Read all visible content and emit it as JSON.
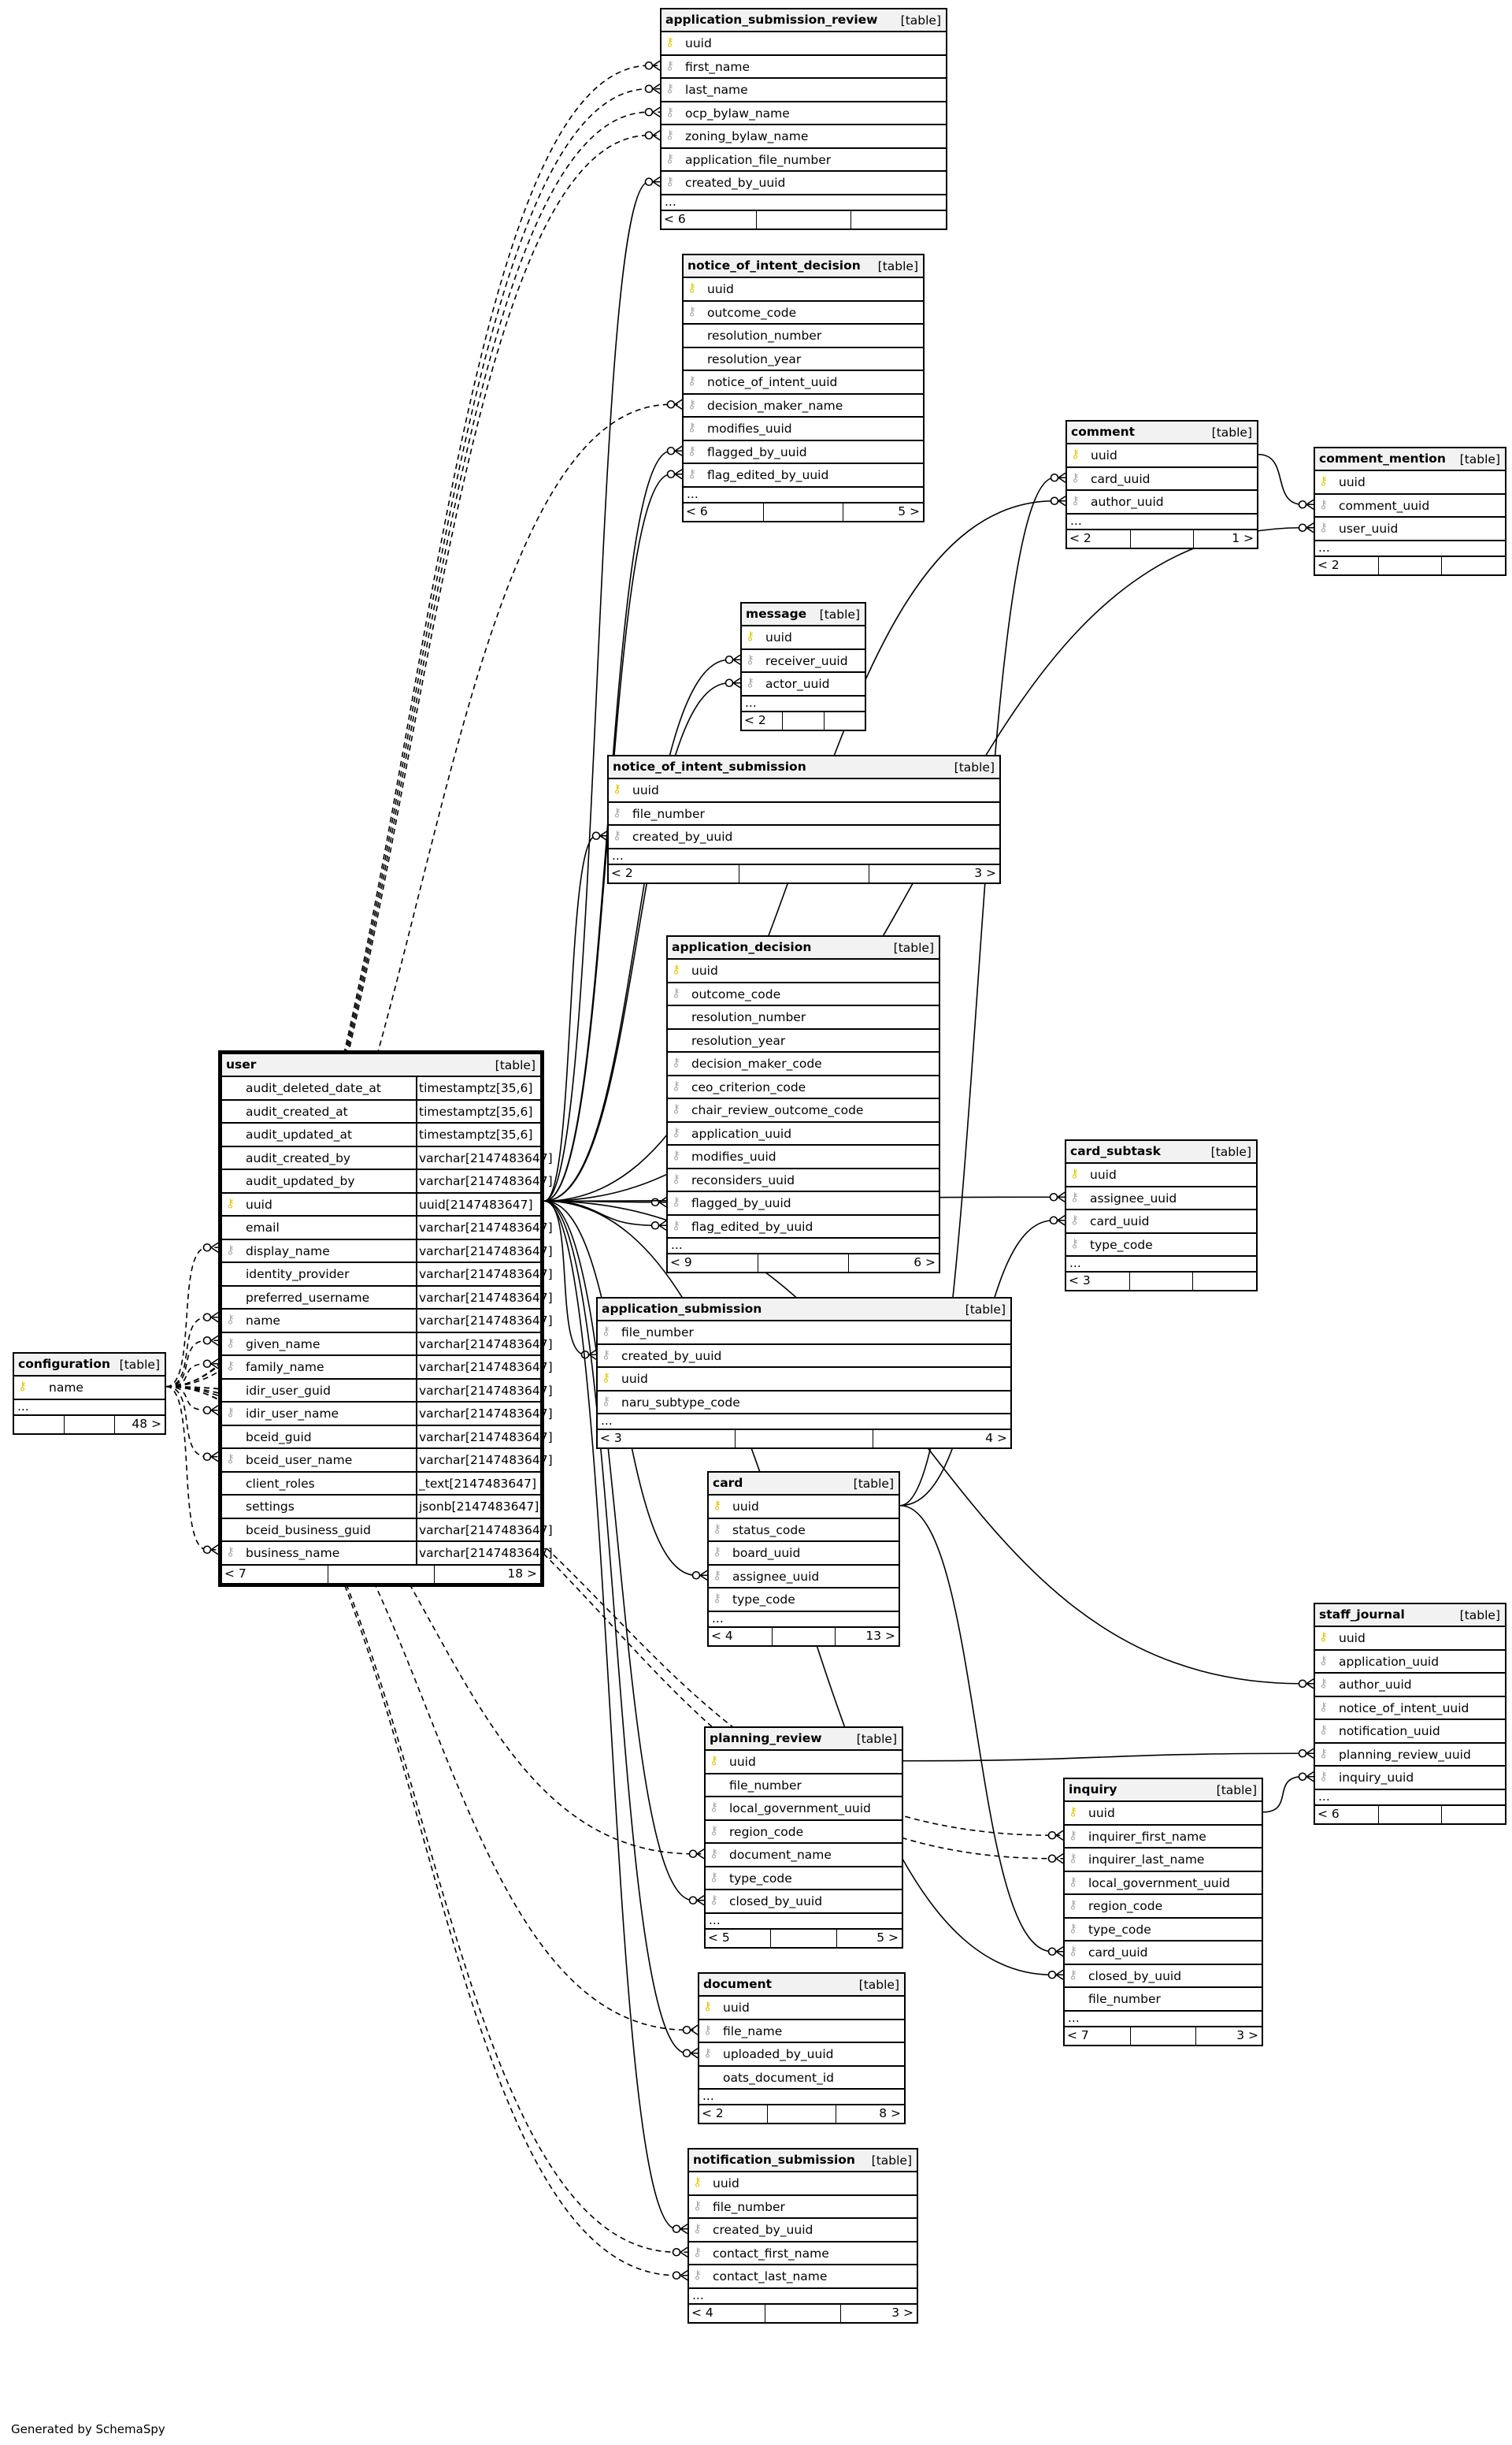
{
  "footer": "Generated by SchemaSpy",
  "tables": [
    {
      "id": "application_submission_review",
      "name": "application_submission_review",
      "type": "[table]",
      "columns": [
        {
          "name": "uuid",
          "icon": "pk"
        },
        {
          "name": "first_name",
          "icon": "fk"
        },
        {
          "name": "last_name",
          "icon": "fk"
        },
        {
          "name": "ocp_bylaw_name",
          "icon": "fk"
        },
        {
          "name": "zoning_bylaw_name",
          "icon": "fk"
        },
        {
          "name": "application_file_number",
          "icon": "fk"
        },
        {
          "name": "created_by_uuid",
          "icon": "fk"
        }
      ],
      "ellipsis": "...",
      "footer": {
        "left": "< 6",
        "right": ""
      }
    },
    {
      "id": "notice_of_intent_decision",
      "name": "notice_of_intent_decision",
      "type": "[table]",
      "columns": [
        {
          "name": "uuid",
          "icon": "pk"
        },
        {
          "name": "outcome_code",
          "icon": "fk"
        },
        {
          "name": "resolution_number",
          "icon": ""
        },
        {
          "name": "resolution_year",
          "icon": ""
        },
        {
          "name": "notice_of_intent_uuid",
          "icon": "fk"
        },
        {
          "name": "decision_maker_name",
          "icon": "fk"
        },
        {
          "name": "modifies_uuid",
          "icon": "fk"
        },
        {
          "name": "flagged_by_uuid",
          "icon": "fk"
        },
        {
          "name": "flag_edited_by_uuid",
          "icon": "fk"
        }
      ],
      "ellipsis": "...",
      "footer": {
        "left": "< 6",
        "right": "5 >"
      }
    },
    {
      "id": "comment",
      "name": "comment",
      "type": "[table]",
      "columns": [
        {
          "name": "uuid",
          "icon": "pk"
        },
        {
          "name": "card_uuid",
          "icon": "fk"
        },
        {
          "name": "author_uuid",
          "icon": "fk"
        }
      ],
      "ellipsis": "...",
      "footer": {
        "left": "< 2",
        "right": "1 >"
      }
    },
    {
      "id": "comment_mention",
      "name": "comment_mention",
      "type": "[table]",
      "columns": [
        {
          "name": "uuid",
          "icon": "pk"
        },
        {
          "name": "comment_uuid",
          "icon": "fk"
        },
        {
          "name": "user_uuid",
          "icon": "fk"
        }
      ],
      "ellipsis": "...",
      "footer": {
        "left": "< 2",
        "right": ""
      }
    },
    {
      "id": "message",
      "name": "message",
      "type": "[table]",
      "columns": [
        {
          "name": "uuid",
          "icon": "pk"
        },
        {
          "name": "receiver_uuid",
          "icon": "fk"
        },
        {
          "name": "actor_uuid",
          "icon": "fk"
        }
      ],
      "ellipsis": "...",
      "footer": {
        "left": "< 2",
        "right": ""
      }
    },
    {
      "id": "notice_of_intent_submission",
      "name": "notice_of_intent_submission",
      "type": "[table]",
      "columns": [
        {
          "name": "uuid",
          "icon": "pk"
        },
        {
          "name": "file_number",
          "icon": "fk"
        },
        {
          "name": "created_by_uuid",
          "icon": "fk"
        }
      ],
      "ellipsis": "...",
      "footer": {
        "left": "< 2",
        "right": "3 >"
      }
    },
    {
      "id": "application_decision",
      "name": "application_decision",
      "type": "[table]",
      "columns": [
        {
          "name": "uuid",
          "icon": "pk"
        },
        {
          "name": "outcome_code",
          "icon": "fk"
        },
        {
          "name": "resolution_number",
          "icon": ""
        },
        {
          "name": "resolution_year",
          "icon": ""
        },
        {
          "name": "decision_maker_code",
          "icon": "fk"
        },
        {
          "name": "ceo_criterion_code",
          "icon": "fk"
        },
        {
          "name": "chair_review_outcome_code",
          "icon": "fk"
        },
        {
          "name": "application_uuid",
          "icon": "fk"
        },
        {
          "name": "modifies_uuid",
          "icon": "fk"
        },
        {
          "name": "reconsiders_uuid",
          "icon": "fk"
        },
        {
          "name": "flagged_by_uuid",
          "icon": "fk"
        },
        {
          "name": "flag_edited_by_uuid",
          "icon": "fk"
        }
      ],
      "ellipsis": "...",
      "footer": {
        "left": "< 9",
        "right": "6 >"
      }
    },
    {
      "id": "card_subtask",
      "name": "card_subtask",
      "type": "[table]",
      "columns": [
        {
          "name": "uuid",
          "icon": "pk"
        },
        {
          "name": "assignee_uuid",
          "icon": "fk"
        },
        {
          "name": "card_uuid",
          "icon": "fk"
        },
        {
          "name": "type_code",
          "icon": "fk"
        }
      ],
      "ellipsis": "...",
      "footer": {
        "left": "< 3",
        "right": ""
      }
    },
    {
      "id": "user",
      "name": "user",
      "type": "[table]",
      "columns": [
        {
          "name": "audit_deleted_date_at",
          "icon": "",
          "type": "timestamptz[35,6]"
        },
        {
          "name": "audit_created_at",
          "icon": "",
          "type": "timestamptz[35,6]"
        },
        {
          "name": "audit_updated_at",
          "icon": "",
          "type": "timestamptz[35,6]"
        },
        {
          "name": "audit_created_by",
          "icon": "",
          "type": "varchar[2147483647]"
        },
        {
          "name": "audit_updated_by",
          "icon": "",
          "type": "varchar[2147483647]"
        },
        {
          "name": "uuid",
          "icon": "pk",
          "type": "uuid[2147483647]"
        },
        {
          "name": "email",
          "icon": "",
          "type": "varchar[2147483647]"
        },
        {
          "name": "display_name",
          "icon": "fk",
          "type": "varchar[2147483647]"
        },
        {
          "name": "identity_provider",
          "icon": "",
          "type": "varchar[2147483647]"
        },
        {
          "name": "preferred_username",
          "icon": "",
          "type": "varchar[2147483647]"
        },
        {
          "name": "name",
          "icon": "fk",
          "type": "varchar[2147483647]"
        },
        {
          "name": "given_name",
          "icon": "fk",
          "type": "varchar[2147483647]"
        },
        {
          "name": "family_name",
          "icon": "fk",
          "type": "varchar[2147483647]"
        },
        {
          "name": "idir_user_guid",
          "icon": "",
          "type": "varchar[2147483647]"
        },
        {
          "name": "idir_user_name",
          "icon": "fk",
          "type": "varchar[2147483647]"
        },
        {
          "name": "bceid_guid",
          "icon": "",
          "type": "varchar[2147483647]"
        },
        {
          "name": "bceid_user_name",
          "icon": "fk",
          "type": "varchar[2147483647]"
        },
        {
          "name": "client_roles",
          "icon": "",
          "type": "_text[2147483647]"
        },
        {
          "name": "settings",
          "icon": "",
          "type": "jsonb[2147483647]"
        },
        {
          "name": "bceid_business_guid",
          "icon": "",
          "type": "varchar[2147483647]"
        },
        {
          "name": "business_name",
          "icon": "fk",
          "type": "varchar[2147483647]"
        }
      ],
      "ellipsis": "",
      "footer": {
        "left": "< 7",
        "right": "18 >"
      }
    },
    {
      "id": "application_submission",
      "name": "application_submission",
      "type": "[table]",
      "columns": [
        {
          "name": "file_number",
          "icon": "fk"
        },
        {
          "name": "created_by_uuid",
          "icon": "fk"
        },
        {
          "name": "uuid",
          "icon": "pk"
        },
        {
          "name": "naru_subtype_code",
          "icon": "fk"
        }
      ],
      "ellipsis": "...",
      "footer": {
        "left": "< 3",
        "right": "4 >"
      }
    },
    {
      "id": "configuration",
      "name": "configuration",
      "type": "[table]",
      "columns": [
        {
          "name": "name",
          "icon": "pk"
        }
      ],
      "ellipsis": "...",
      "footer": {
        "left": "",
        "right": "48 >"
      }
    },
    {
      "id": "card",
      "name": "card",
      "type": "[table]",
      "columns": [
        {
          "name": "uuid",
          "icon": "pk"
        },
        {
          "name": "status_code",
          "icon": "fk"
        },
        {
          "name": "board_uuid",
          "icon": "fk"
        },
        {
          "name": "assignee_uuid",
          "icon": "fk"
        },
        {
          "name": "type_code",
          "icon": "fk"
        }
      ],
      "ellipsis": "...",
      "footer": {
        "left": "< 4",
        "right": "13 >"
      }
    },
    {
      "id": "staff_journal",
      "name": "staff_journal",
      "type": "[table]",
      "columns": [
        {
          "name": "uuid",
          "icon": "pk"
        },
        {
          "name": "application_uuid",
          "icon": "fk"
        },
        {
          "name": "author_uuid",
          "icon": "fk"
        },
        {
          "name": "notice_of_intent_uuid",
          "icon": "fk"
        },
        {
          "name": "notification_uuid",
          "icon": "fk"
        },
        {
          "name": "planning_review_uuid",
          "icon": "fk"
        },
        {
          "name": "inquiry_uuid",
          "icon": "fk"
        }
      ],
      "ellipsis": "...",
      "footer": {
        "left": "< 6",
        "right": ""
      }
    },
    {
      "id": "planning_review",
      "name": "planning_review",
      "type": "[table]",
      "columns": [
        {
          "name": "uuid",
          "icon": "pk"
        },
        {
          "name": "file_number",
          "icon": ""
        },
        {
          "name": "local_government_uuid",
          "icon": "fk"
        },
        {
          "name": "region_code",
          "icon": "fk"
        },
        {
          "name": "document_name",
          "icon": "fk"
        },
        {
          "name": "type_code",
          "icon": "fk"
        },
        {
          "name": "closed_by_uuid",
          "icon": "fk"
        }
      ],
      "ellipsis": "...",
      "footer": {
        "left": "< 5",
        "right": "5 >"
      }
    },
    {
      "id": "inquiry",
      "name": "inquiry",
      "type": "[table]",
      "columns": [
        {
          "name": "uuid",
          "icon": "pk"
        },
        {
          "name": "inquirer_first_name",
          "icon": "fk"
        },
        {
          "name": "inquirer_last_name",
          "icon": "fk"
        },
        {
          "name": "local_government_uuid",
          "icon": "fk"
        },
        {
          "name": "region_code",
          "icon": "fk"
        },
        {
          "name": "type_code",
          "icon": "fk"
        },
        {
          "name": "card_uuid",
          "icon": "fk"
        },
        {
          "name": "closed_by_uuid",
          "icon": "fk"
        },
        {
          "name": "file_number",
          "icon": ""
        }
      ],
      "ellipsis": "...",
      "footer": {
        "left": "< 7",
        "right": "3 >"
      }
    },
    {
      "id": "document",
      "name": "document",
      "type": "[table]",
      "columns": [
        {
          "name": "uuid",
          "icon": "pk"
        },
        {
          "name": "file_name",
          "icon": "fk"
        },
        {
          "name": "uploaded_by_uuid",
          "icon": "fk"
        },
        {
          "name": "oats_document_id",
          "icon": ""
        }
      ],
      "ellipsis": "...",
      "footer": {
        "left": "< 2",
        "right": "8 >"
      }
    },
    {
      "id": "notification_submission",
      "name": "notification_submission",
      "type": "[table]",
      "columns": [
        {
          "name": "uuid",
          "icon": "pk"
        },
        {
          "name": "file_number",
          "icon": "fk"
        },
        {
          "name": "created_by_uuid",
          "icon": "fk"
        },
        {
          "name": "contact_first_name",
          "icon": "fk"
        },
        {
          "name": "contact_last_name",
          "icon": "fk"
        }
      ],
      "ellipsis": "...",
      "footer": {
        "left": "< 4",
        "right": "3 >"
      }
    }
  ],
  "relationships": [
    {
      "from": "user.uuid",
      "to": "application_submission_review.created_by_uuid",
      "style": "solid"
    },
    {
      "from": "user.uuid",
      "to": "notice_of_intent_decision.flagged_by_uuid",
      "style": "solid"
    },
    {
      "from": "user.uuid",
      "to": "notice_of_intent_decision.flag_edited_by_uuid",
      "style": "solid"
    },
    {
      "from": "user.uuid",
      "to": "comment.author_uuid",
      "style": "solid"
    },
    {
      "from": "user.uuid",
      "to": "comment_mention.user_uuid",
      "style": "solid"
    },
    {
      "from": "comment.uuid",
      "to": "comment_mention.comment_uuid",
      "style": "solid"
    },
    {
      "from": "card.uuid",
      "to": "comment.card_uuid",
      "style": "solid"
    },
    {
      "from": "user.uuid",
      "to": "message.receiver_uuid",
      "style": "solid"
    },
    {
      "from": "user.uuid",
      "to": "message.actor_uuid",
      "style": "solid"
    },
    {
      "from": "user.uuid",
      "to": "notice_of_intent_submission.created_by_uuid",
      "style": "solid"
    },
    {
      "from": "user.uuid",
      "to": "application_decision.flagged_by_uuid",
      "style": "solid"
    },
    {
      "from": "user.uuid",
      "to": "application_decision.flag_edited_by_uuid",
      "style": "solid"
    },
    {
      "from": "user.uuid",
      "to": "card_subtask.assignee_uuid",
      "style": "solid"
    },
    {
      "from": "card.uuid",
      "to": "card_subtask.card_uuid",
      "style": "solid"
    },
    {
      "from": "user.uuid",
      "to": "application_submission.created_by_uuid",
      "style": "solid"
    },
    {
      "from": "user.uuid",
      "to": "card.assignee_uuid",
      "style": "solid"
    },
    {
      "from": "user.uuid",
      "to": "staff_journal.author_uuid",
      "style": "solid"
    },
    {
      "from": "planning_review.uuid",
      "to": "staff_journal.planning_review_uuid",
      "style": "solid"
    },
    {
      "from": "inquiry.uuid",
      "to": "staff_journal.inquiry_uuid",
      "style": "solid"
    },
    {
      "from": "user.uuid",
      "to": "planning_review.closed_by_uuid",
      "style": "solid"
    },
    {
      "from": "card.uuid",
      "to": "inquiry.card_uuid",
      "style": "solid"
    },
    {
      "from": "user.uuid",
      "to": "inquiry.closed_by_uuid",
      "style": "solid"
    },
    {
      "from": "user.uuid",
      "to": "document.uploaded_by_uuid",
      "style": "solid"
    },
    {
      "from": "user.uuid",
      "to": "notification_submission.created_by_uuid",
      "style": "solid"
    },
    {
      "from": "configuration.name",
      "to": "application_submission_review.first_name",
      "style": "dashed"
    },
    {
      "from": "configuration.name",
      "to": "application_submission_review.last_name",
      "style": "dashed"
    },
    {
      "from": "configuration.name",
      "to": "application_submission_review.ocp_bylaw_name",
      "style": "dashed"
    },
    {
      "from": "configuration.name",
      "to": "application_submission_review.zoning_bylaw_name",
      "style": "dashed"
    },
    {
      "from": "configuration.name",
      "to": "notice_of_intent_decision.decision_maker_name",
      "style": "dashed"
    },
    {
      "from": "configuration.name",
      "to": "user.display_name",
      "style": "dashed"
    },
    {
      "from": "configuration.name",
      "to": "user.name",
      "style": "dashed"
    },
    {
      "from": "configuration.name",
      "to": "user.given_name",
      "style": "dashed"
    },
    {
      "from": "configuration.name",
      "to": "user.family_name",
      "style": "dashed"
    },
    {
      "from": "configuration.name",
      "to": "user.idir_user_name",
      "style": "dashed"
    },
    {
      "from": "configuration.name",
      "to": "user.bceid_user_name",
      "style": "dashed"
    },
    {
      "from": "configuration.name",
      "to": "user.business_name",
      "style": "dashed"
    },
    {
      "from": "configuration.name",
      "to": "planning_review.document_name",
      "style": "dashed"
    },
    {
      "from": "configuration.name",
      "to": "document.file_name",
      "style": "dashed"
    },
    {
      "from": "configuration.name",
      "to": "notification_submission.contact_first_name",
      "style": "dashed"
    },
    {
      "from": "configuration.name",
      "to": "notification_submission.contact_last_name",
      "style": "dashed"
    },
    {
      "from": "configuration.name",
      "to": "inquiry.inquirer_first_name",
      "style": "dashed"
    },
    {
      "from": "configuration.name",
      "to": "inquiry.inquirer_last_name",
      "style": "dashed"
    }
  ]
}
